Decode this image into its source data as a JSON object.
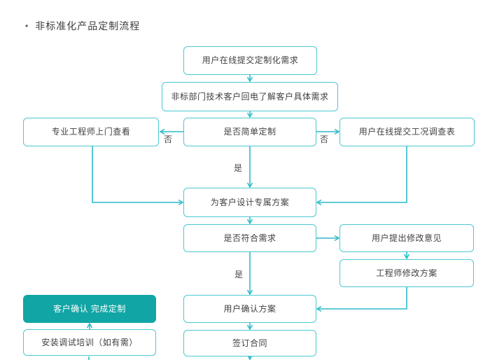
{
  "title": {
    "bullet": "•",
    "text": "非标准化产品定制流程"
  },
  "colors": {
    "accent": "#4bc8d2",
    "line": "#2bbac9",
    "teal": "#12a5a5",
    "text": "#404040"
  },
  "nodes": {
    "submit": {
      "label": "用户在线提交定制化需求"
    },
    "callback": {
      "label": "非标部门技术客户回电了解客户具体需求"
    },
    "engineer": {
      "label": "专业工程师上门查看"
    },
    "simple": {
      "label": "是否简单定制"
    },
    "survey": {
      "label": "用户在线提交工况调查表"
    },
    "design": {
      "label": "为客户设计专属方案"
    },
    "fit": {
      "label": "是否符合需求"
    },
    "feedback": {
      "label": "用户提出修改意见"
    },
    "modify": {
      "label": "工程师修改方案"
    },
    "confirm": {
      "label": "用户确认方案"
    },
    "contract": {
      "label": "签订合同"
    },
    "done": {
      "label": "客户确认 完成定制"
    },
    "install": {
      "label": "安装调试培训（如有需）"
    }
  },
  "edge_labels": {
    "no_left": "否",
    "no_right": "否",
    "yes_1": "是",
    "yes_2": "是"
  }
}
